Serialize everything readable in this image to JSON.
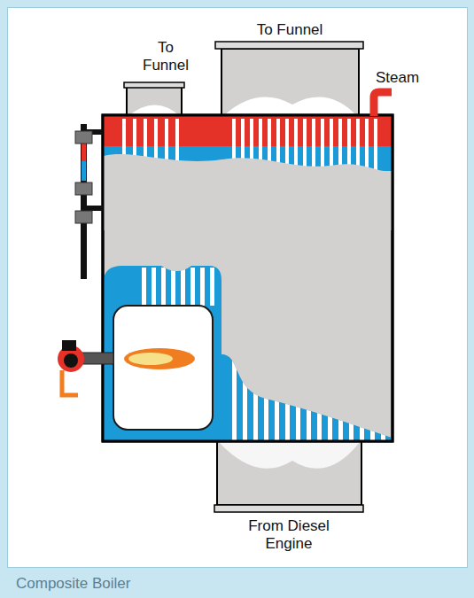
{
  "diagram": {
    "caption": "Composite Boiler",
    "labels": [
      "To Funnel",
      "To Funnel",
      "Steam",
      "From Diesel Engine"
    ]
  }
}
